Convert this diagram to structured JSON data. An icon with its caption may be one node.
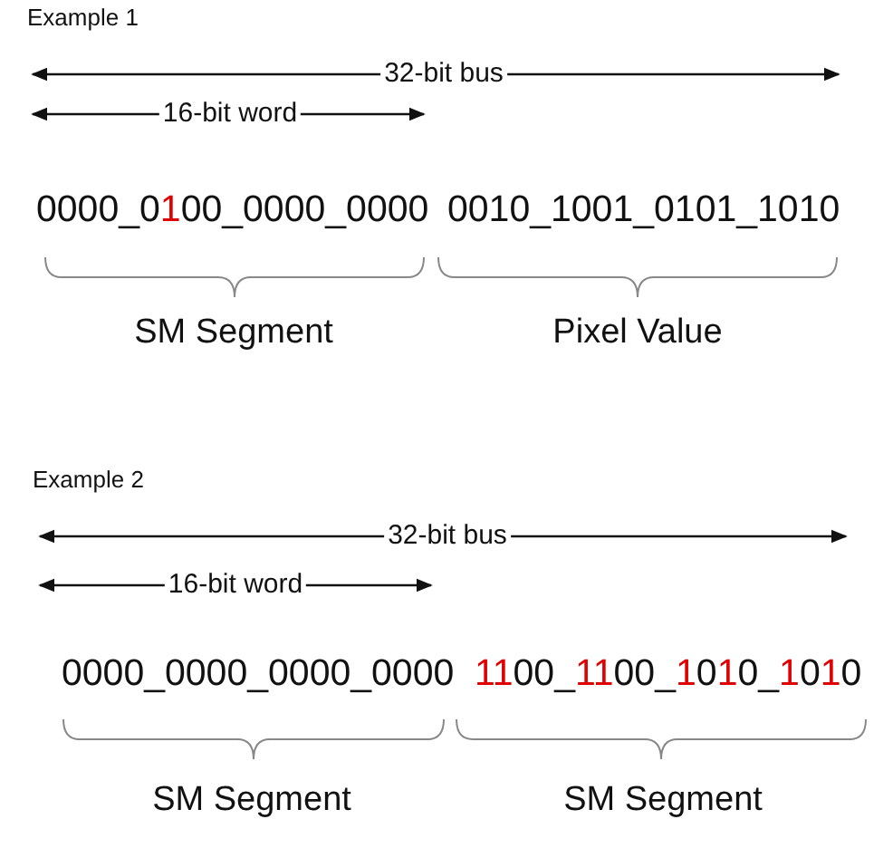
{
  "diagram": {
    "labels": [
      "Example 1",
      "32-bit bus",
      "16-bit word",
      "0000_0**1**00_0000_0000",
      "0010_1001_0101_1010",
      "SM Segment",
      "Pixel Value",
      "Example 2",
      "32-bit bus",
      "16-bit word",
      "0000_0000_0000_0000",
      "**11**00_**11**00_**1**0**1**0_**1**0**1**0",
      "SM Segment",
      "SM Segment"
    ]
  }
}
